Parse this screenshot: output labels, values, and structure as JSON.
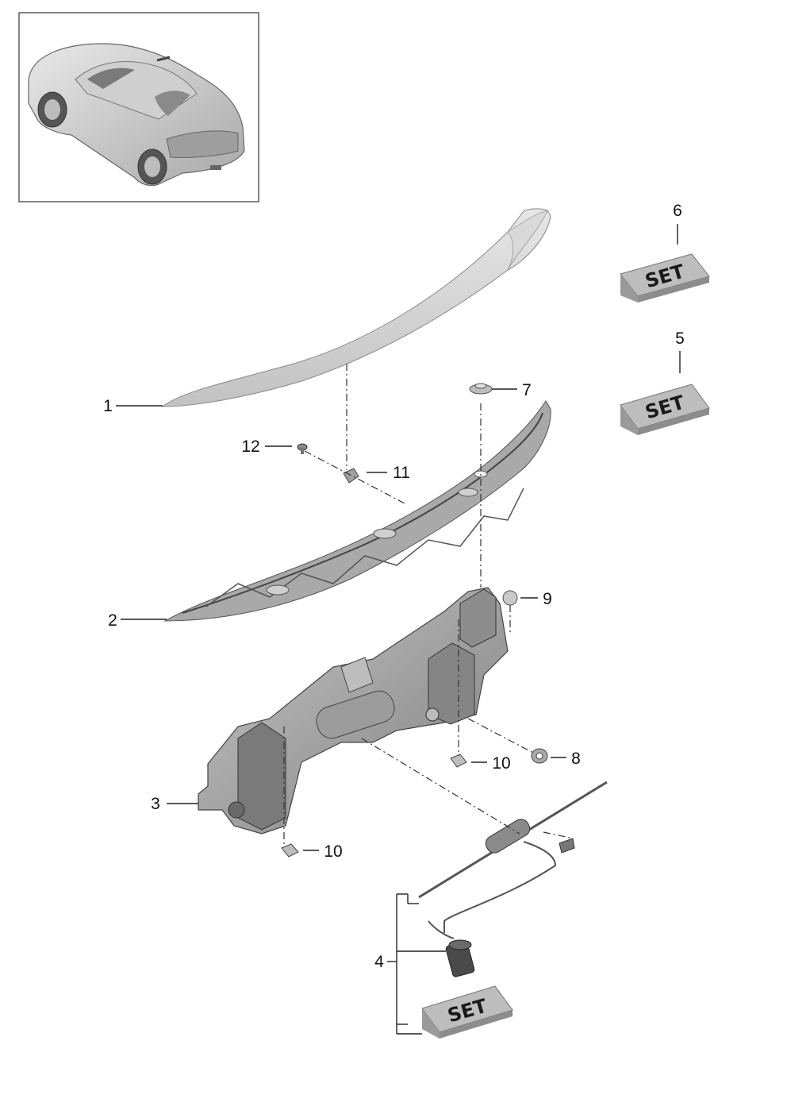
{
  "callouts": {
    "c1": "1",
    "c2": "2",
    "c3": "3",
    "c4": "4",
    "c5": "5",
    "c6": "6",
    "c7": "7",
    "c8": "8",
    "c9": "9",
    "c10a": "10",
    "c10b": "10",
    "c11": "11",
    "c12": "12"
  },
  "set_labels": {
    "set6": "SET",
    "set5": "SET",
    "set4": "SET"
  },
  "colors": {
    "line": "#222222",
    "part_light": "#d4d4d4",
    "part_mid": "#9a9a9a",
    "part_dark": "#555555",
    "set_top": "#b8b8b8",
    "set_side": "#8c8c8c"
  }
}
